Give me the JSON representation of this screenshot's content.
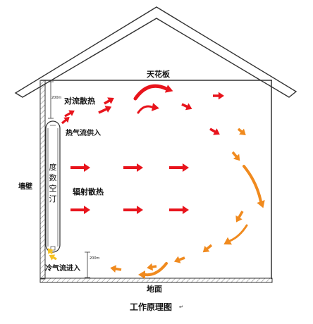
{
  "labels": {
    "ceiling": "天花板",
    "convection": "对流散热",
    "hot_air": "热气流供入",
    "wall": "墙壁",
    "radiation": "辐射散热",
    "cold_air": "冷气流进入",
    "floor": "地面",
    "caption": "工作原理图",
    "caption_mark": "↵",
    "dim_top": "200m",
    "dim_bottom": "200m",
    "radiator": [
      "度",
      "数",
      "空",
      "汀"
    ]
  },
  "colors": {
    "red": "#e8141c",
    "orange": "#f08a1e",
    "yellow": "#f5c224",
    "line": "#333333"
  }
}
